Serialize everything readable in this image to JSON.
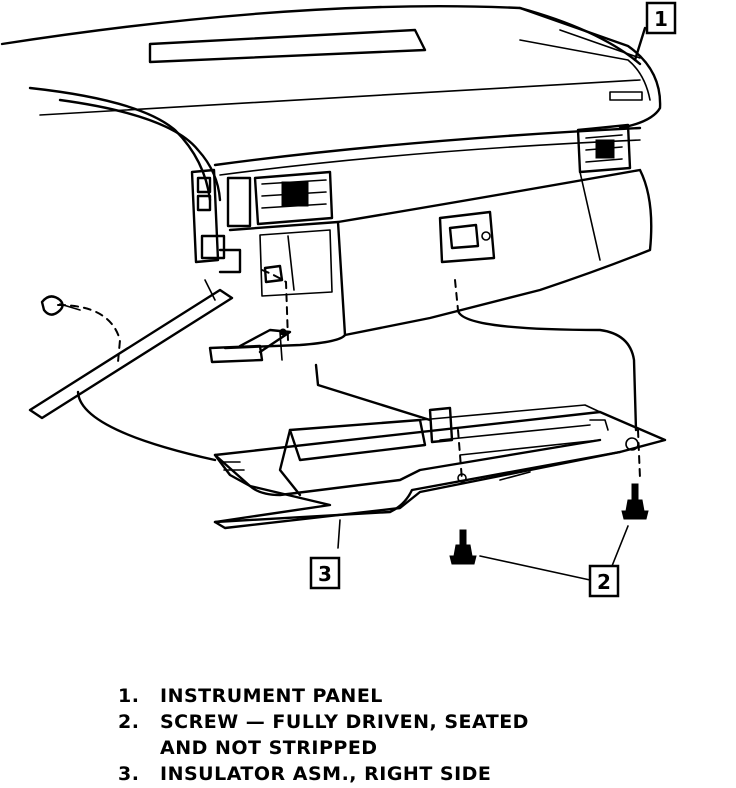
{
  "callouts": [
    {
      "id": "1",
      "label": "1"
    },
    {
      "id": "2",
      "label": "2"
    },
    {
      "id": "3",
      "label": "3"
    }
  ],
  "legend": [
    {
      "number": "1.",
      "text": "INSTRUMENT PANEL"
    },
    {
      "number": "2.",
      "text": "SCREW — FULLY DRIVEN, SEATED\nAND NOT STRIPPED"
    },
    {
      "number": "3.",
      "text": "INSULATOR ASM., RIGHT SIDE"
    }
  ]
}
